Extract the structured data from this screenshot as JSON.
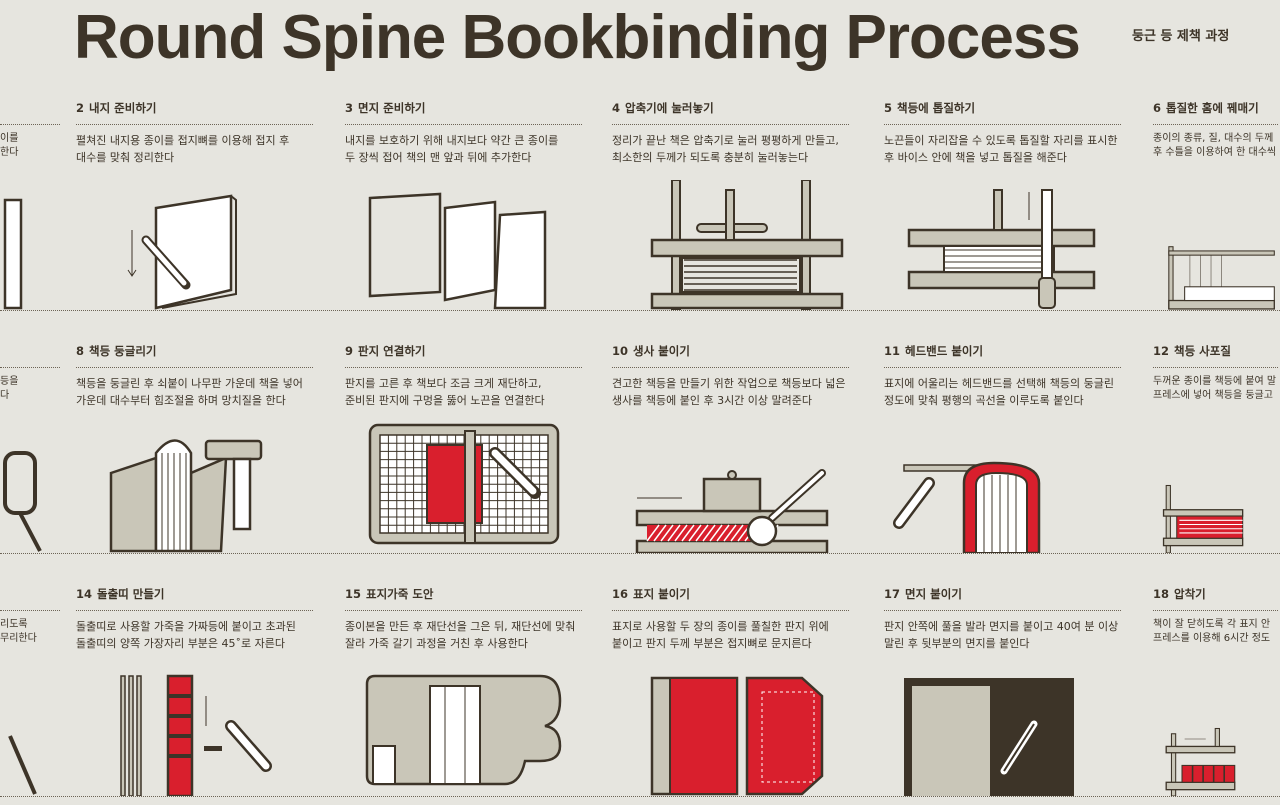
{
  "title": "Round Spine Bookbinding Process",
  "subtitle": "둥근 등 제책 과정",
  "colors": {
    "background": "#e6e5df",
    "ink": "#3d3428",
    "gray": "#c9c6b8",
    "red": "#d91f2d"
  },
  "steps": [
    {
      "num": "",
      "label": "",
      "lines": [
        "이를",
        "한다"
      ]
    },
    {
      "num": "2",
      "label": "내지 준비하기",
      "lines": [
        "펼쳐진 내지용 종이를 접지뼈를 이용해 접지 후",
        "대수를 맞춰 정리한다"
      ]
    },
    {
      "num": "3",
      "label": "면지 준비하기",
      "lines": [
        "내지를 보호하기 위해 내지보다 약간 큰 종이를",
        "두 장씩 접어 책의 맨 앞과 뒤에 추가한다"
      ]
    },
    {
      "num": "4",
      "label": "압축기에 눌러놓기",
      "lines": [
        "정리가 끝난 책은 압축기로 눌러 평평하게 만들고,",
        "최소한의 두께가 되도록 충분히 눌러놓는다"
      ]
    },
    {
      "num": "5",
      "label": "책등에 톱질하기",
      "lines": [
        "노끈들이 자리잡을 수 있도록 톱질할 자리를 표시한",
        "후 바이스 안에 책을 넣고 톱질을 해준다"
      ]
    },
    {
      "num": "6",
      "label": "톱질한 홈에 꿰매기",
      "lines": [
        "종이의 종류, 질, 대수의 두께",
        "후 수틀을 이용하여 한 대수씩"
      ]
    },
    {
      "num": "",
      "label": "",
      "lines": [
        "등을",
        "다"
      ]
    },
    {
      "num": "8",
      "label": "책등 둥글리기",
      "lines": [
        "책등을 둥글린 후 쇠붙이 나무판 가운데 책을 넣어",
        "가운데 대수부터 힘조절을 하며 망치질을 한다"
      ]
    },
    {
      "num": "9",
      "label": "판지 연결하기",
      "lines": [
        "판지를 고른 후 책보다 조금 크게 재단하고,",
        "준비된 판지에 구멍을 뚫어 노끈을 연결한다"
      ]
    },
    {
      "num": "10",
      "label": "생사 붙이기",
      "lines": [
        "견고한 책등을 만들기 위한 작업으로 책등보다 넓은",
        "생사를 책등에 붙인 후 3시간 이상 말려준다"
      ]
    },
    {
      "num": "11",
      "label": "헤드밴드 붙이기",
      "lines": [
        "표지에 어울리는 헤드밴드를 선택해 책등의 둥글린",
        "정도에 맞춰 평행의 곡선을 이루도록 붙인다"
      ]
    },
    {
      "num": "12",
      "label": "책등 사포질",
      "lines": [
        "두꺼운 종이를 책등에 붙여 말",
        "프레스에 넣어 책등을 둥글고"
      ]
    },
    {
      "num": "",
      "label": "",
      "lines": [
        "리도록",
        "무리한다"
      ]
    },
    {
      "num": "14",
      "label": "돌출띠 만들기",
      "lines": [
        "돌출띠로 사용할 가죽을 가짜등에 붙이고 초과된",
        "돌출띠의 양쪽 가장자리 부분은 45˚로 자른다"
      ]
    },
    {
      "num": "15",
      "label": "표지가죽 도안",
      "lines": [
        "종이본을 만든 후 재단선을 그은 뒤, 재단선에 맞춰",
        "잘라 가죽 갈기 과정을 거친 후 사용한다"
      ]
    },
    {
      "num": "16",
      "label": "표지 붙이기",
      "lines": [
        "표지로 사용할 두 장의 종이를 풀칠한 판지 위에",
        "붙이고 판지 두께 부분은 접지뼈로 문지른다"
      ]
    },
    {
      "num": "17",
      "label": "면지 붙이기",
      "lines": [
        "판지 안쪽에 풀을 발라 면지를 붙이고 40여 분 이상",
        "말린 후 뒷부분의 면지를 붙인다"
      ]
    },
    {
      "num": "18",
      "label": "압착기",
      "lines": [
        "책이 잘 닫히도록 각 표지 안",
        "프레스를 이용해 6시간 정도"
      ]
    }
  ]
}
